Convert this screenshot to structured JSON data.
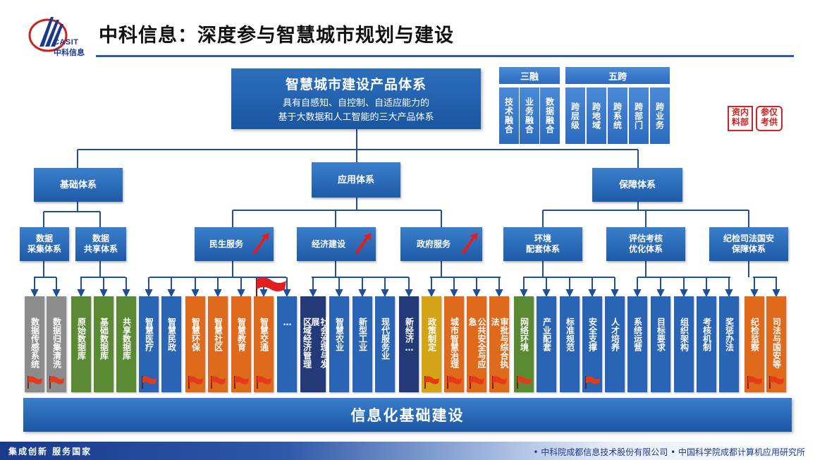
{
  "header": {
    "title": "中科信息：深度参与智慧城市规划与建设",
    "logo_en": "CASIT",
    "logo_cn": "中科信息"
  },
  "stamp": [
    "资",
    "料",
    "内",
    "部",
    "参",
    "考",
    "仅",
    "供"
  ],
  "top": {
    "title": "智慧城市建设产品体系",
    "line1": "具有自感知、自控制、自适应能力的",
    "line2": "基于大数据和人工智能的三大产品体系"
  },
  "sanrong": {
    "label": "三融",
    "items": [
      "技术融合",
      "业务融合",
      "数据融合"
    ]
  },
  "wukua": {
    "label": "五跨",
    "items": [
      "跨层级",
      "跨地域",
      "跨系统",
      "跨部门",
      "跨业务"
    ]
  },
  "level1": [
    "基础体系",
    "应用体系",
    "保障体系"
  ],
  "level2": {
    "jichu": [
      "数据\n采集体系",
      "数据\n共享体系"
    ],
    "yingyong": [
      "民生服务",
      "经济建设",
      "政府服务"
    ],
    "baozhang": [
      "环境\n配套体系",
      "评估考核\n优化体系",
      "纪检司法国安\n保障体系"
    ]
  },
  "leaves": [
    {
      "label": "数据传感系统",
      "color": "gray"
    },
    {
      "label": "数据归集清洗",
      "color": "gray"
    },
    {
      "label": "原始数据库",
      "color": "green"
    },
    {
      "label": "基础数据库",
      "color": "green"
    },
    {
      "label": "共享数据库",
      "color": "green"
    },
    {
      "label": "智慧医疗",
      "color": "blue"
    },
    {
      "label": "智慧民政",
      "color": "blue"
    },
    {
      "label": "智慧环保",
      "color": "orange"
    },
    {
      "label": "智慧社区",
      "color": "orange"
    },
    {
      "label": "智慧教育",
      "color": "orange"
    },
    {
      "label": "智慧交通",
      "color": "orange"
    },
    {
      "label": "…",
      "color": "blue"
    },
    {
      "label": "区域经济管理",
      "color": "navy",
      "label2": "社会治理与发展"
    },
    {
      "label": "智慧农业",
      "color": "blue"
    },
    {
      "label": "新型工业",
      "color": "blue"
    },
    {
      "label": "现代服务业",
      "color": "blue"
    },
    {
      "label": "新经济…",
      "color": "navy"
    },
    {
      "label": "政策制定",
      "color": "gold"
    },
    {
      "label": "城市智慧治理",
      "color": "orange"
    },
    {
      "label": "公共安全与应急",
      "color": "orange"
    },
    {
      "label": "审批与综合执法",
      "color": "orange"
    },
    {
      "label": "网络环境",
      "color": "green"
    },
    {
      "label": "产业配套",
      "color": "blue"
    },
    {
      "label": "标准规范",
      "color": "blue"
    },
    {
      "label": "安全支撑",
      "color": "blue"
    },
    {
      "label": "人才培养",
      "color": "blue"
    },
    {
      "label": "系统运营",
      "color": "blue"
    },
    {
      "label": "目标要求",
      "color": "blue"
    },
    {
      "label": "组织架构",
      "color": "blue"
    },
    {
      "label": "考核机制",
      "color": "blue"
    },
    {
      "label": "奖惩办法",
      "color": "blue"
    },
    {
      "label": "纪检监察",
      "color": "orange"
    },
    {
      "label": "司法与国安等",
      "color": "orange"
    }
  ],
  "base": "信息化基础建设",
  "footer": {
    "left": "集成创新  服务国家",
    "right": "• 中科院成都信息技术股份有限公司 • 中国科学院成都计算机应用研究所"
  }
}
